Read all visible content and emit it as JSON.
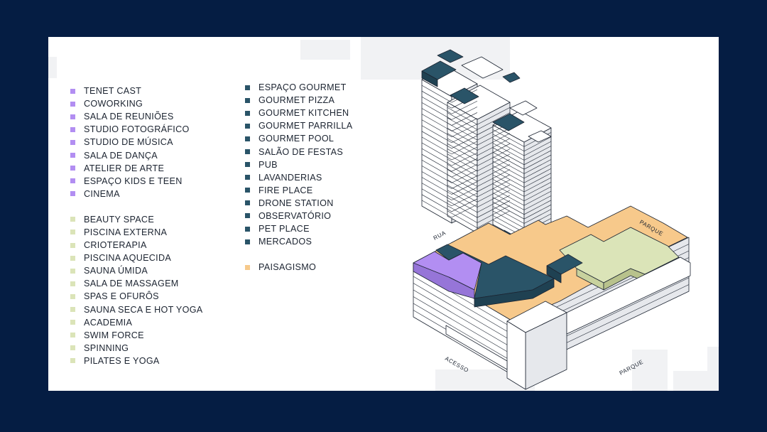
{
  "colors": {
    "background": "#051d43",
    "panel": "#ffffff",
    "purple": "#b28ef2",
    "green": "#dbe4b8",
    "teal": "#2a5468",
    "orange": "#f7c98b",
    "outline": "#1c2431"
  },
  "legend": {
    "purple_items": [
      "TENET CAST",
      "COWORKING",
      "SALA DE REUNIÕES",
      "STUDIO FOTOGRÁFICO",
      "STUDIO DE MÚSICA",
      "SALA DE DANÇA",
      "ATELIER DE ARTE",
      "ESPAÇO KIDS E TEEN",
      "CINEMA"
    ],
    "green_items": [
      "BEAUTY SPACE",
      "PISCINA EXTERNA",
      "CRIOTERAPIA",
      "PISCINA AQUECIDA",
      "SAUNA ÚMIDA",
      "SALA DE MASSAGEM",
      "SPAS E OFURÔS",
      "SAUNA SECA E HOT YOGA",
      "ACADEMIA",
      "SWIM FORCE",
      "SPINNING",
      "PILATES E YOGA"
    ],
    "teal_items": [
      "ESPAÇO GOURMET",
      "GOURMET PIZZA",
      "GOURMET KITCHEN",
      "GOURMET PARRILLA",
      "GOURMET POOL",
      "SALÃO DE FESTAS",
      "PUB",
      "LAVANDERIAS",
      "FIRE PLACE",
      "DRONE STATION",
      "OBSERVATÓRIO",
      "PET PLACE",
      "MERCADOS"
    ],
    "orange_items": [
      "PAISAGISMO"
    ]
  },
  "diagram": {
    "labels": {
      "rua": "RUA",
      "parque_top": "PARQUE",
      "acesso": "ACESSO",
      "parque_bottom": "PARQUE"
    }
  }
}
